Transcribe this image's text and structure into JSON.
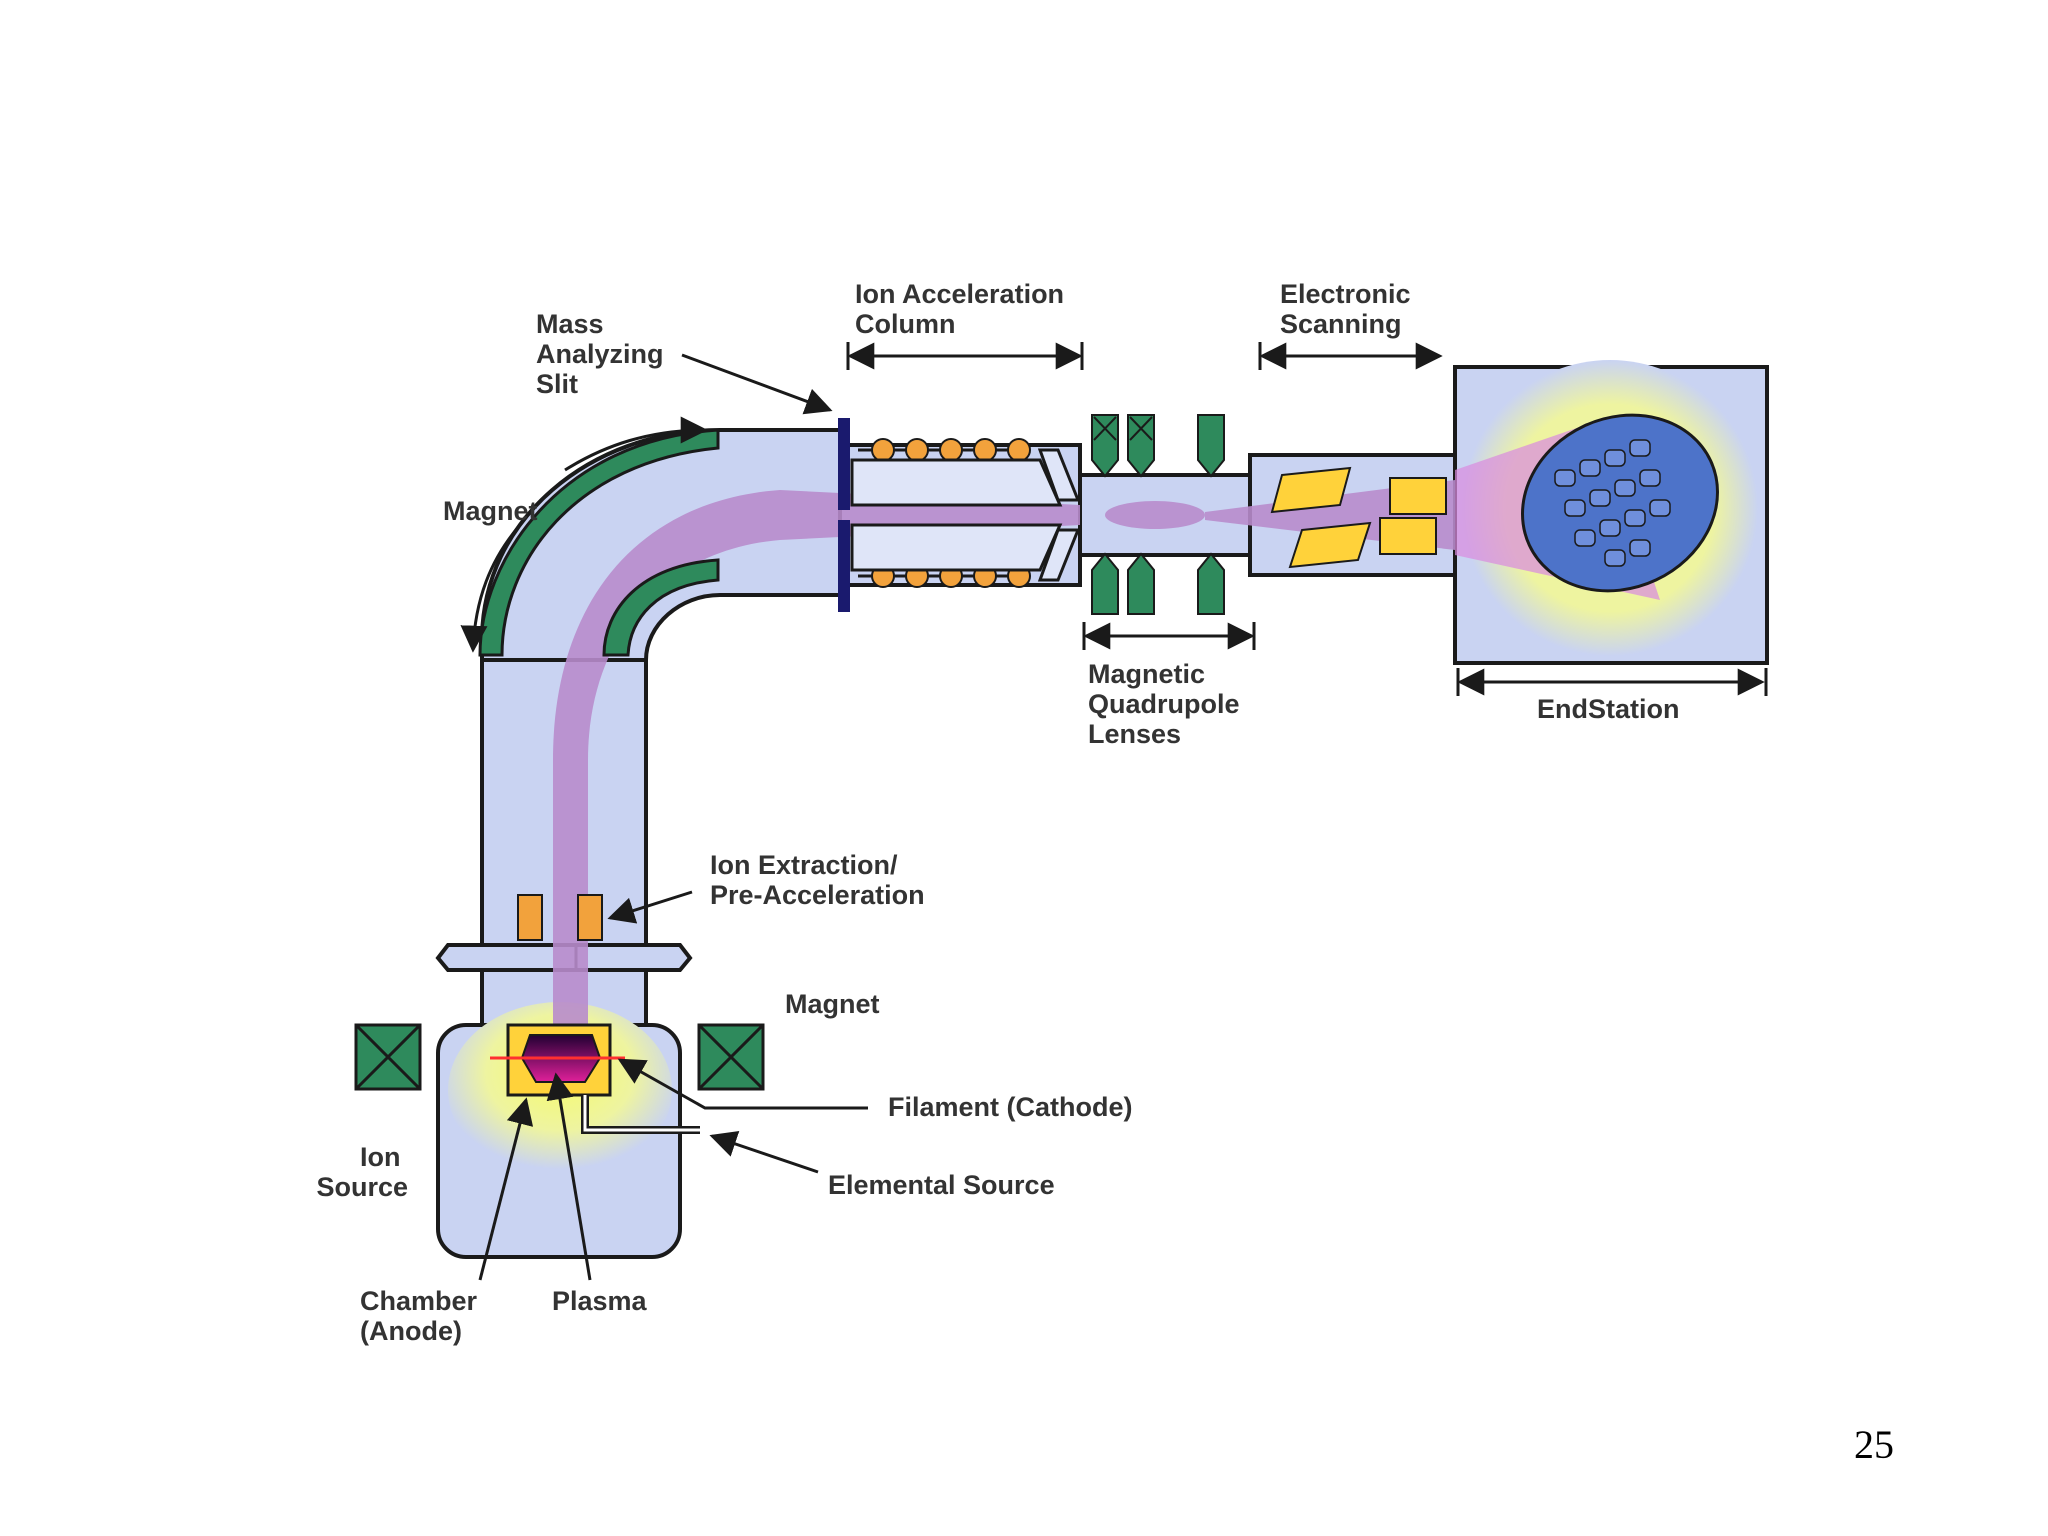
{
  "diagram": {
    "title": "",
    "labels": {
      "mass_analyzing_slit": [
        "Mass",
        "Analyzing",
        "Slit"
      ],
      "ion_acceleration_column": [
        "Ion Acceleration",
        "Column"
      ],
      "electronic_scanning": [
        "Electronic",
        "Scanning"
      ],
      "magnet_top": "Magnet",
      "magnetic_quadrupole_lenses": [
        "Magnetic",
        "Quadrupole",
        "Lenses"
      ],
      "endstation": "EndStation",
      "ion_extraction": [
        "Ion Extraction/",
        "Pre-Acceleration"
      ],
      "magnet_bottom": "Magnet",
      "filament": "Filament (Cathode)",
      "elemental_source": "Elemental Source",
      "ion_source": [
        "Ion",
        "Source"
      ],
      "chamber": [
        "Chamber",
        "(Anode)"
      ],
      "plasma": "Plasma"
    },
    "colors": {
      "vessel": "#c9d3f2",
      "outline": "#1a1a1a",
      "beam": "#b88ccc",
      "magnet_green": "#2e8a5c",
      "coil_orange": "#f2a23c",
      "plate_yellow": "#ffd23a",
      "wafer_blue": "#4d73c9",
      "glow_yellow": "#eef4a0",
      "plasma_magenta": "#b0107a"
    }
  },
  "page_number": "25"
}
